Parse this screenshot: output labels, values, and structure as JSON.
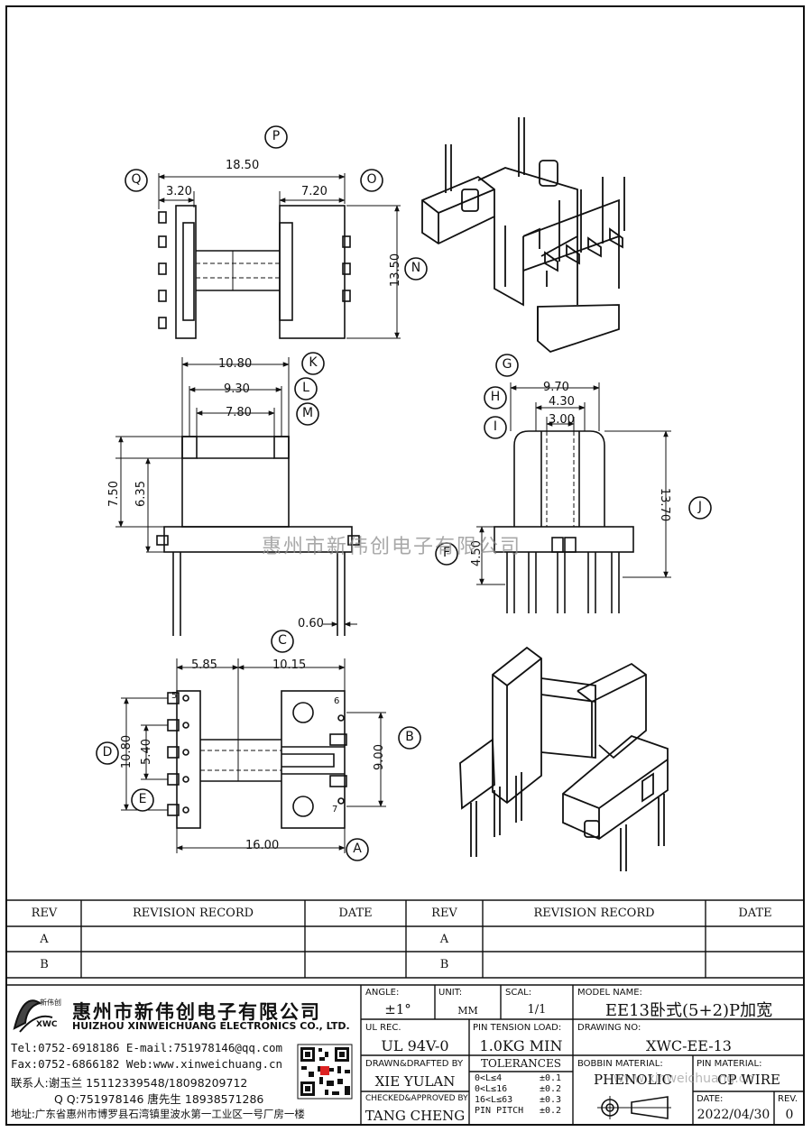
{
  "drawing": {
    "bubbles": [
      "P",
      "Q",
      "O",
      "N",
      "K",
      "L",
      "M",
      "G",
      "H",
      "I",
      "J",
      "F",
      "C",
      "B",
      "D",
      "E",
      "A"
    ],
    "dims": {
      "p_18_50": "18.50",
      "q_3_20": "3.20",
      "o_7_20": "7.20",
      "n_13_50": "13.50",
      "k_10_80": "10.80",
      "l_9_30": "9.30",
      "m_7_80": "7.80",
      "h_7_50": "7.50",
      "h_6_35": "6.35",
      "pin_0_60": "0.60",
      "g_9_70": "9.70",
      "h_4_30": "4.30",
      "i_3_00": "3.00",
      "j_13_70": "13.70",
      "f_4_50": "4.50",
      "c_5_85": "5.85",
      "c_10_15": "10.15",
      "b_9_00": "9.00",
      "d_10_80": "10.80",
      "e_5_40": "5.40",
      "a_16_00": "16.00"
    },
    "pin_numbers": [
      "5",
      "6",
      "7"
    ]
  },
  "watermark": "惠州市新伟创电子有限公司",
  "watermark_url": "www.xinweichuang.cn",
  "revision_table": {
    "headers": [
      "REV",
      "REVISION RECORD",
      "DATE",
      "REV",
      "REVISION RECORD",
      "DATE"
    ],
    "rows": [
      [
        "A",
        "",
        "",
        "A",
        "",
        ""
      ],
      [
        "B",
        "",
        "",
        "B",
        "",
        ""
      ]
    ]
  },
  "company": {
    "logo_cn": "新伟创",
    "logo_text": "XWC",
    "name_cn": "惠州市新伟创电子有限公司",
    "name_en": "HUIZHOU XINWEICHUANG ELECTRONICS CO., LTD.",
    "tel_line": "Tel:0752-6918186 E-mail:751978146@qq.com",
    "fax_line": "Fax:0752-6866182 Web:www.xinweichuang.cn",
    "contact_line": "联系人:谢玉兰 15112339548/18098209712",
    "qq_line": "Q Q:751978146    唐先生 18938571286",
    "address_line": "地址:广东省惠州市博罗县石湾镇里波水第一工业区一号厂房一楼"
  },
  "title_block": {
    "angle_label": "ANGLE:",
    "angle_value": "±1°",
    "unit_label": "UNIT:",
    "unit_value": "MM",
    "scale_label": "SCAL:",
    "scale_value": "1/1",
    "model_label": "MODEL NAME:",
    "model_value": "EE13卧式(5+2)P加宽",
    "ulrec_label": "UL REC.",
    "ulrec_value": "UL 94V-0",
    "pin_tension_label": "PIN TENSION LOAD:",
    "pin_tension_value": "1.0KG MIN",
    "drawing_no_label": "DRAWING NO:",
    "drawing_no_value": "XWC-EE-13",
    "drawn_label": "DRAWN&DRAFTED BY",
    "drawn_value": "XIE YULAN",
    "tolerances_label": "TOLERANCES",
    "tolerances": [
      {
        "range": "0<L≤4",
        "value": "±0.1"
      },
      {
        "range": "0<L≤16",
        "value": "±0.2"
      },
      {
        "range": "16<L≤63",
        "value": "±0.3"
      },
      {
        "range": "PIN PITCH",
        "value": "±0.2"
      }
    ],
    "bobbin_label": "BOBBIN MATERIAL:",
    "bobbin_value": "PHENOLIC",
    "pin_material_label": "PIN MATERIAL:",
    "pin_material_value": "CP WIRE",
    "checked_label": "CHECKED&APPROVED BY",
    "checked_value": "TANG CHENG",
    "date_label": "DATE:",
    "date_value": "2022/04/30",
    "rev_label": "REV.",
    "rev_value": "0"
  }
}
